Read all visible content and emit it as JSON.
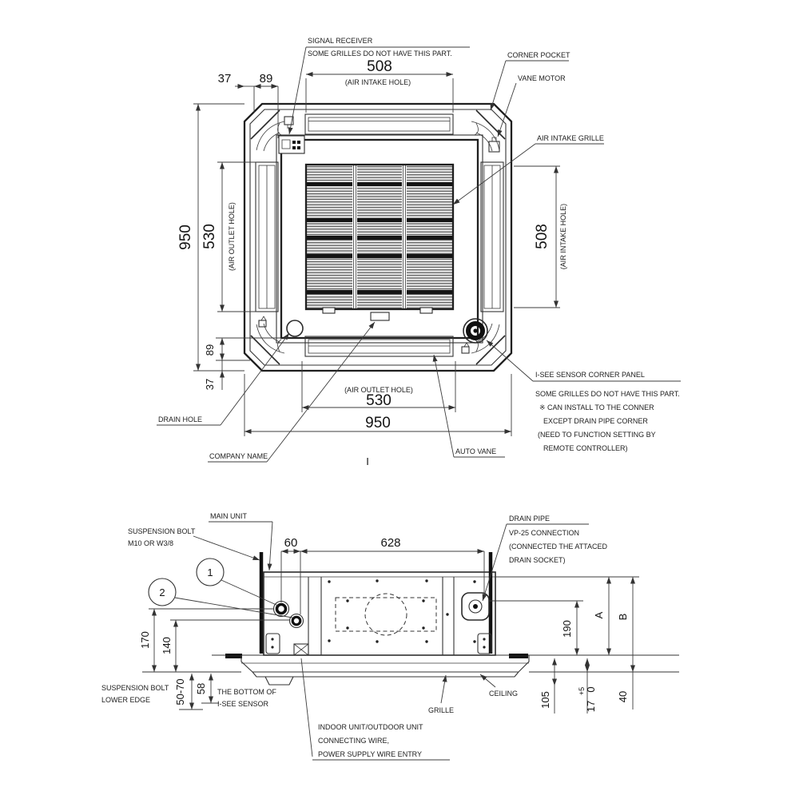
{
  "top": {
    "labels": {
      "signal_receiver_1": "SIGNAL RECEIVER",
      "signal_receiver_2": "SOME GRILLES DO NOT HAVE THIS PART.",
      "corner_pocket": "CORNER POCKET",
      "vane_motor": "VANE MOTOR",
      "air_intake_grille": "AIR INTAKE GRILLE",
      "drain_hole": "DRAIN HOLE",
      "company_name": "COMPANY NAME",
      "auto_vane": "AUTO VANE",
      "isee_line1": "I-SEE  SENSOR CORNER PANEL",
      "isee_line2": "SOME GRILLES DO NOT HAVE THIS PART.",
      "isee_line3": "※ CAN INSTALL TO THE CONNER",
      "isee_line4": "EXCEPT DRAIN PIPE CORNER",
      "isee_line5": "(NEED TO FUNCTION SETTING BY",
      "isee_line6": "REMOTE CONTROLLER)",
      "section_marker": "I"
    },
    "dims": {
      "d37_top": "37",
      "d89_top": "89",
      "d508_top": "508",
      "d508_top_label": "(AIR INTAKE HOLE)",
      "d950_left": "950",
      "d530_left": "530",
      "d530_left_label": "(AIR OUTLET HOLE)",
      "d89_left": "89",
      "d37_left": "37",
      "d508_right": "508",
      "d508_right_label": "(AIR INTAKE HOLE)",
      "d530_bottom_label": "(AIR OUTLET HOLE)",
      "d530_bottom": "530",
      "d950_bottom": "950"
    }
  },
  "section": {
    "labels": {
      "main_unit": "MAIN UNIT",
      "suspension_bolt_1": "SUSPENSION BOLT",
      "suspension_bolt_2": "M10 OR W3/8",
      "callout_1": "1",
      "callout_2": "2",
      "drain_pipe_1": "DRAIN PIPE",
      "drain_pipe_2": "VP-25 CONNECTION",
      "drain_pipe_3": "(CONNECTED THE ATTACED",
      "drain_pipe_4": "DRAIN SOCKET)",
      "susp_lower_1": "SUSPENSION BOLT",
      "susp_lower_2": "LOWER EDGE",
      "bottom_isee_1": "THE BOTTOM OF",
      "bottom_isee_2": "I-SEE SENSOR",
      "wire_1": "INDOOR UNIT/OUTDOOR UNIT",
      "wire_2": "CONNECTING WIRE,",
      "wire_3": "POWER SUPPLY WIRE ENTRY",
      "grille": "GRILLE",
      "ceiling": "CEILING"
    },
    "dims": {
      "d60": "60",
      "d628": "628",
      "d170": "170",
      "d140": "140",
      "d50_70": "50-70",
      "d58": "58",
      "d190": "190",
      "dA": "A",
      "dB": "B",
      "d105": "105",
      "d17": "17",
      "d17_tol_plus": "+5",
      "d17_tol_zero": "0",
      "d40": "40"
    }
  }
}
